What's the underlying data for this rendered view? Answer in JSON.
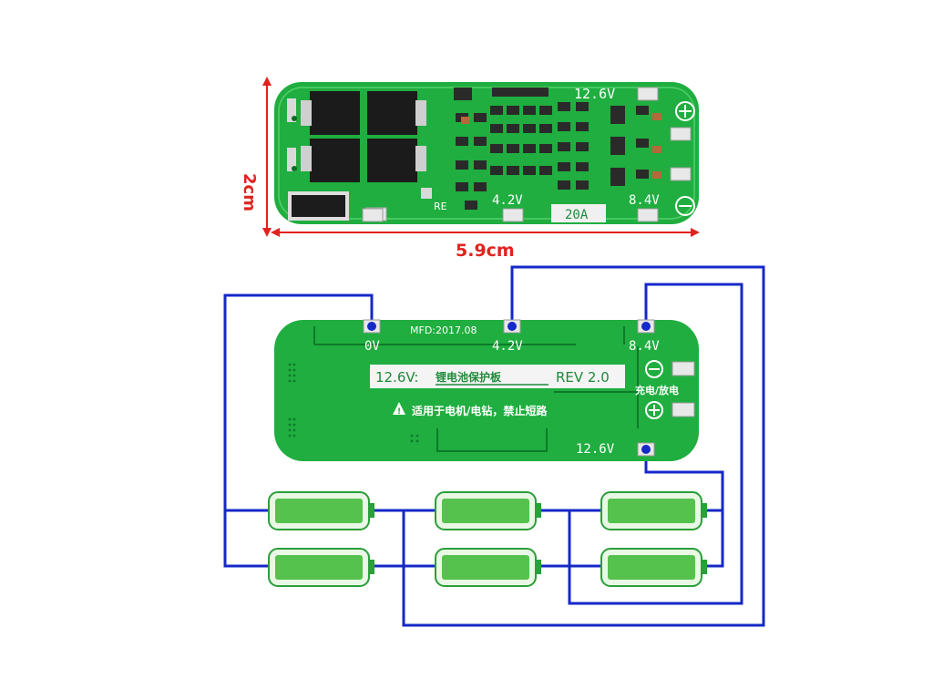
{
  "dimensions": {
    "height_label": "2cm",
    "width_label": "5.9cm",
    "color": "#e0231e"
  },
  "top_board": {
    "labels": {
      "v126": "12.6V",
      "v42": "4.2V",
      "v84": "8.4V",
      "current": "20A"
    },
    "marks": {
      "re": "RE",
      "minus": "−",
      "plus": "+"
    }
  },
  "bottom_board": {
    "model": "MFD:2017.08",
    "pads": {
      "p0": "0V",
      "p42": "4.2V",
      "p84": "8.4V",
      "p126": "12.6V"
    },
    "title_left": "12.6V:",
    "title_cn": "锂电池保护板",
    "title_rev": "REV 2.0",
    "warning": "适用于电机/电钻，禁止短路",
    "charge_discharge": "充电/放电",
    "minus": "−",
    "plus": "+"
  },
  "colors": {
    "board_green": "#1fae3f",
    "board_dark": "#0e7a2a",
    "wire_blue": "#1528c8",
    "battery_fill": "#55c24d",
    "battery_light": "#e9f7e5"
  },
  "batteries": {
    "rows": 2,
    "per_row": 3
  }
}
